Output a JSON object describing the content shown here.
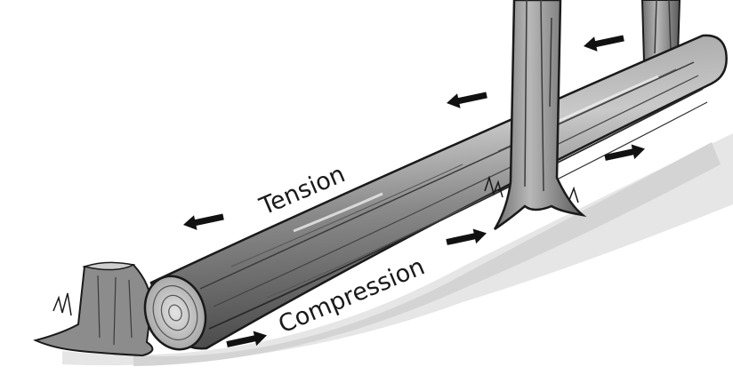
{
  "labels": {
    "top": "Tension",
    "bottom": "Compression"
  },
  "arrows": [
    {
      "id": "arrow-tension-left",
      "direction": "left"
    },
    {
      "id": "arrow-tension-mid",
      "direction": "left"
    },
    {
      "id": "arrow-tension-right",
      "direction": "left"
    },
    {
      "id": "arrow-compression-left",
      "direction": "right"
    },
    {
      "id": "arrow-compression-mid",
      "direction": "right"
    },
    {
      "id": "arrow-compression-right",
      "direction": "right"
    }
  ],
  "colors": {
    "outline": "#1a1a1a",
    "bark": "#7a7a7a",
    "bark_light": "#b5b5b5",
    "ground_shadow": "#dedede",
    "end_grain": "#cfcfcf"
  }
}
